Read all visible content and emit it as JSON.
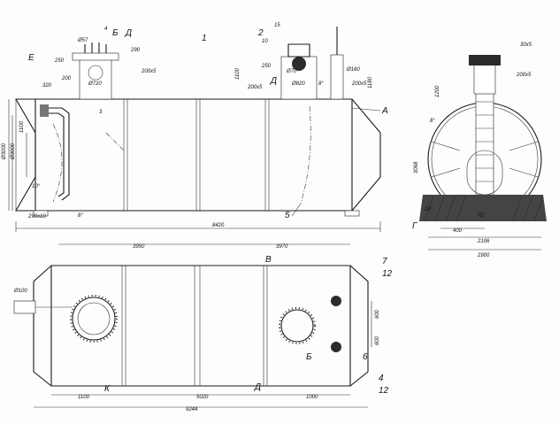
{
  "drawing": {
    "front_view": {
      "dims": {
        "nozzle_d_left": "Ø57",
        "nozzle_d_mid": "Ø70",
        "manhole_d": "Ø720",
        "manhole_d_right": "Ø820",
        "dim_200x5_a": "200x5",
        "dim_200x5_b": "200x5",
        "dim_200x5_c": "200x5",
        "height_left_a": "Ø3000",
        "height_left_b": "Ø3000",
        "overall_length": "8420",
        "dim_290": "290",
        "dim_250": "250",
        "dim_200": "200",
        "dim_1100": "1100",
        "dim_1180": "1180",
        "dim_320": "320",
        "dim_160": "Ø160",
        "dim_290x10": "290x10",
        "dim_1100_left": "1100",
        "angle_a": "8°",
        "angle_b": "8°",
        "angle_10": "10°",
        "dim_250_b": "250"
      },
      "labels": {
        "E": "E",
        "B": "Б",
        "D": "Д",
        "D2": "Д",
        "A": "A",
        "n1": "1",
        "n2": "2",
        "n4": "4",
        "n5": "5",
        "n15": "15",
        "n10": "10",
        "n3": "3"
      }
    },
    "side_view": {
      "dims": {
        "dim_30x5": "30x5",
        "dim_200x5": "200x5",
        "dim_1200": "1200",
        "dim_3068": "3068",
        "dim_400": "400",
        "dim_2106": "2106",
        "dim_2900": "2900",
        "angle_20": "20°",
        "angle_8": "8°",
        "arc_r": "R0"
      },
      "labels": {
        "G": "Г"
      }
    },
    "plan_view": {
      "dims": {
        "dim_3950": "3950",
        "dim_3970": "3970",
        "dim_1100": "1100",
        "dim_5020": "5020",
        "dim_1000": "1000",
        "dim_9244": "9244",
        "dim_600a": "600",
        "dim_600b": "600",
        "dim_100": "Ø100"
      },
      "labels": {
        "B": "В",
        "K": "К",
        "B2": "Б",
        "D3": "Д",
        "n7": "7",
        "n12a": "12",
        "n6": "6",
        "n4": "4",
        "n12b": "12"
      }
    }
  }
}
